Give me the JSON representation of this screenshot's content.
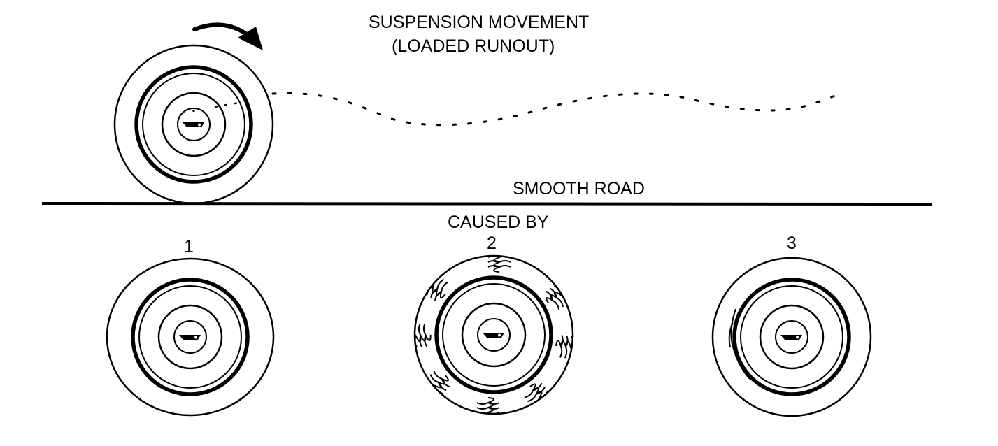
{
  "title_line1": "SUSPENSION MOVEMENT",
  "title_line2": "(LOADED RUNOUT)",
  "road_label": "SMOOTH ROAD",
  "caused_by_label": "CAUSED BY",
  "causes": [
    "1",
    "2",
    "3"
  ],
  "colors": {
    "ink": "#000000",
    "paper": "#ffffff"
  }
}
